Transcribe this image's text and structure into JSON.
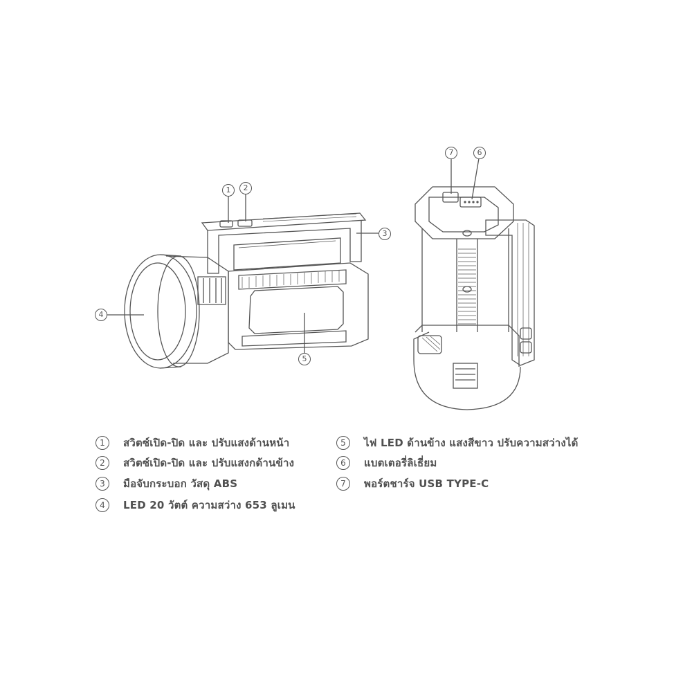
{
  "diagram": {
    "title": "",
    "figures": [
      {
        "name": "side-view",
        "callouts": [
          "1",
          "2",
          "3",
          "4",
          "5"
        ]
      },
      {
        "name": "standing-view",
        "callouts": [
          "7",
          "6"
        ]
      }
    ],
    "line_color": "#555555"
  },
  "legend": {
    "left": [
      {
        "num": "1",
        "text": "สวิตซ์เปิด-ปิด และ ปรับแสงด้านหน้า"
      },
      {
        "num": "2",
        "text": "สวิตซ์เปิด-ปิด และ ปรับแสงกด้านข้าง"
      },
      {
        "num": "3",
        "text": "มือจับกระบอก วัสดุ ABS"
      },
      {
        "num": "4",
        "text": "LED 20 วัตต์ ความสว่าง 653 ลูเมน"
      }
    ],
    "right": [
      {
        "num": "5",
        "text": "ไฟ LED ด้านข้าง แสงสีขาว ปรับความสว่างได้"
      },
      {
        "num": "6",
        "text": "แบตเตอรี่ลิเธี่ยม"
      },
      {
        "num": "7",
        "text": "พอร์ตชาร์จ USB TYPE-C"
      }
    ]
  }
}
